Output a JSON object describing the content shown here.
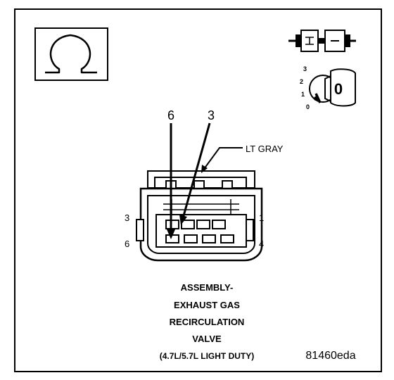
{
  "icons": {
    "ohmmeter": "ohm-icon",
    "connector": "unplugged-connector-icon",
    "ignition": "ignition-key-off-icon"
  },
  "ignition": {
    "positions": [
      "3",
      "2",
      "1",
      "0"
    ],
    "key_label": "0"
  },
  "callouts": {
    "pin_a": "6",
    "pin_b": "3",
    "wire_color": "LT GRAY"
  },
  "connector": {
    "pin_labels": {
      "top_left": "3",
      "top_right": "1",
      "bottom_left": "6",
      "bottom_right": "4"
    }
  },
  "caption": {
    "lines": [
      "ASSEMBLY-",
      "EXHAUST GAS",
      "RECIRCULATION",
      "VALVE",
      "(4.7L/5.7L LIGHT DUTY)"
    ]
  },
  "figure_id": "81460eda"
}
